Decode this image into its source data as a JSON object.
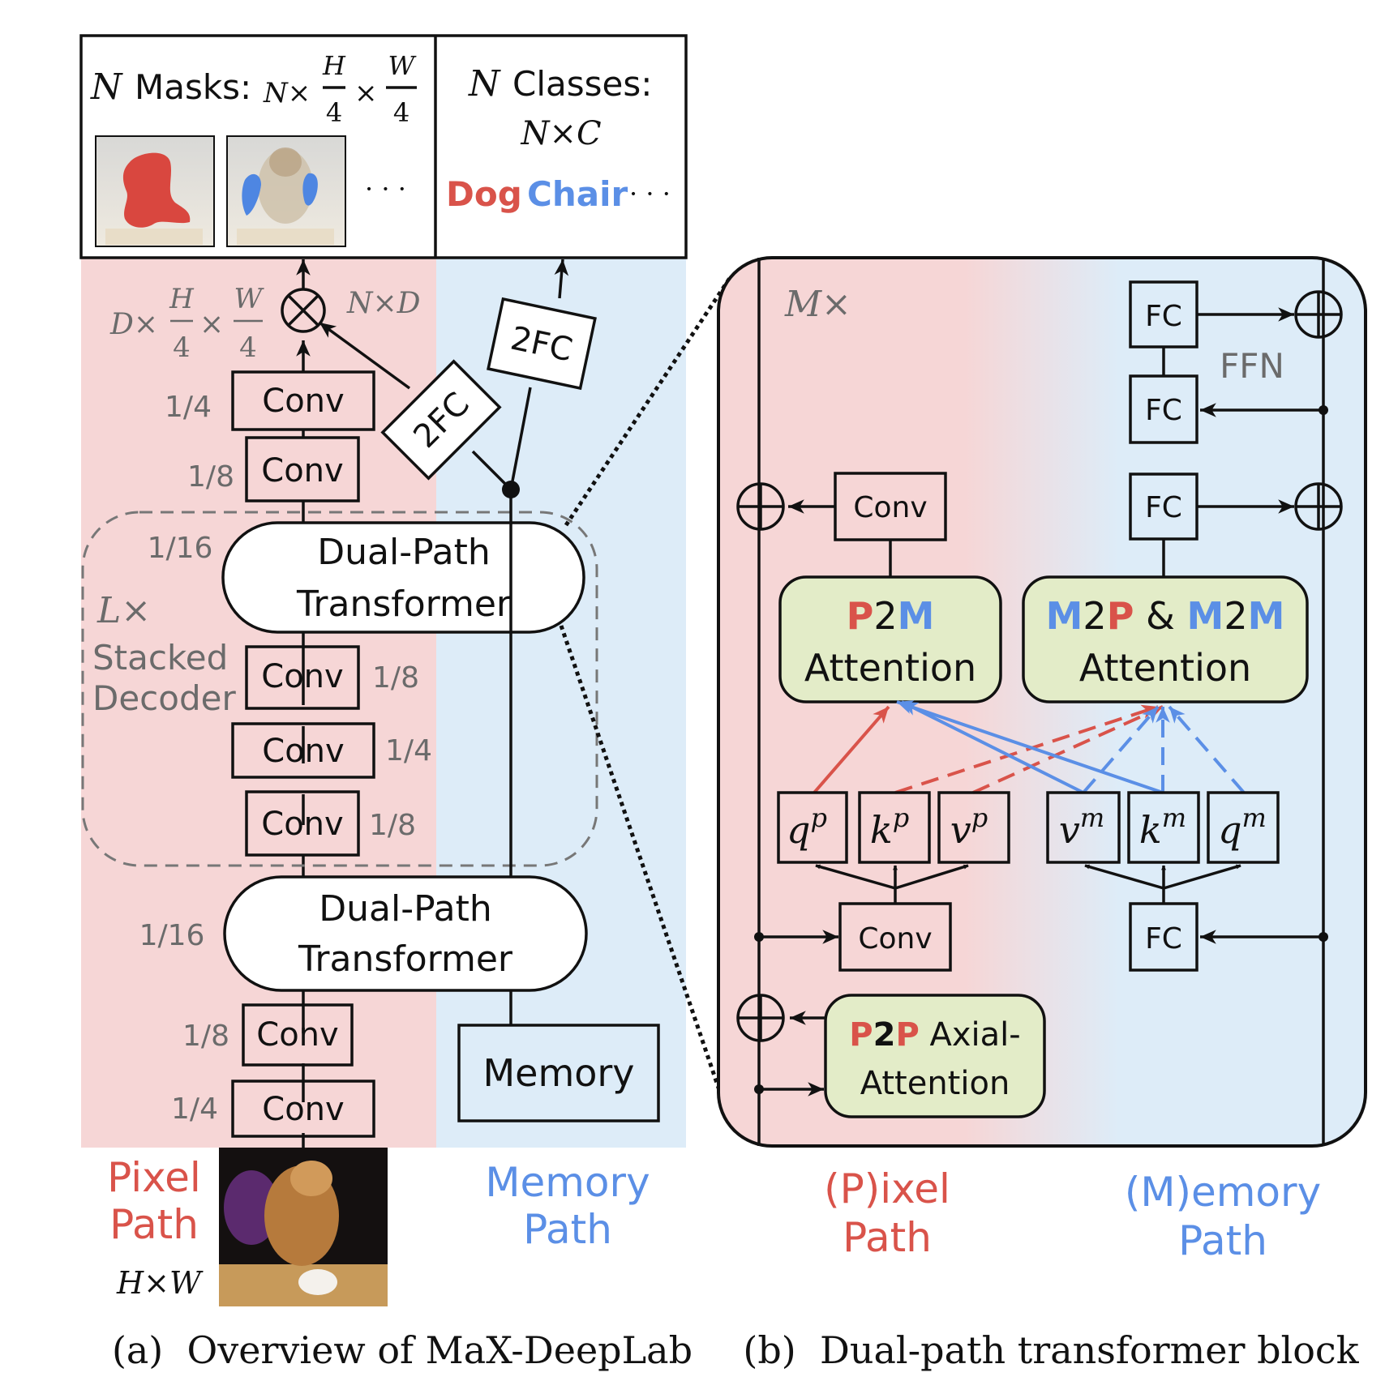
{
  "colors": {
    "pixel_path_bg": "#f6d6d6",
    "memory_path_bg": "#ddecf8",
    "attention_box": "#e3ecc8",
    "pixel_text": "#d9534a",
    "memory_text": "#5b8fe6",
    "annotation_grey": "#6b6b6b"
  },
  "outputs": {
    "masks_label": "Masks:",
    "masks_N": "N",
    "masks_formula_prefix": "N×",
    "frac_H": "H",
    "frac_W": "W",
    "frac_4": "4",
    "times": "×",
    "ellipsis": "· · ·",
    "classes_N": "N",
    "classes_label": "Classes:",
    "classes_formula": "N×C",
    "class_dog": "Dog",
    "class_chair": "Chair"
  },
  "overview": {
    "feature_D_prefix": "D×",
    "feature_ND": "N×D",
    "twofc": "2FC",
    "conv": "Conv",
    "scale_1_4": "1/4",
    "scale_1_8": "1/8",
    "scale_1_16": "1/16",
    "dpt_line1": "Dual-Path",
    "dpt_line2": "Transformer",
    "stack_L": "L×",
    "stack_line1": "Stacked",
    "stack_line2": "Decoder",
    "memory": "Memory",
    "pixel_path_line1": "Pixel",
    "pixel_path_line2": "Path",
    "memory_path_line1": "Memory",
    "memory_path_line2": "Path",
    "input_size": "H×W"
  },
  "block": {
    "repeat": "M×",
    "fc": "FC",
    "ffn": "FFN",
    "conv": "Conv",
    "p2m_P": "P",
    "p2m_2": "2",
    "p2m_M": "M",
    "m2p_M1": "M",
    "m2p_2a": "2",
    "m2p_P": "P",
    "m2p_amp": " & ",
    "m2p_M2": "M",
    "m2p_2b": "2",
    "m2p_M3": "M",
    "attention": "Attention",
    "p2p_P1": "P",
    "p2p_2": "2",
    "p2p_P2": "P",
    "p2p_axial": " Axial-",
    "q": "q",
    "k": "k",
    "v": "v",
    "sup_p": "p",
    "sup_m": "m",
    "pixel_path_line1": "(P)ixel",
    "pixel_path_line2": "Path",
    "memory_path_line1": "(M)emory",
    "memory_path_line2": "Path"
  },
  "captions": {
    "a": "(a)  Overview of MaX-DeepLab",
    "b": "(b)  Dual-path transformer block"
  }
}
